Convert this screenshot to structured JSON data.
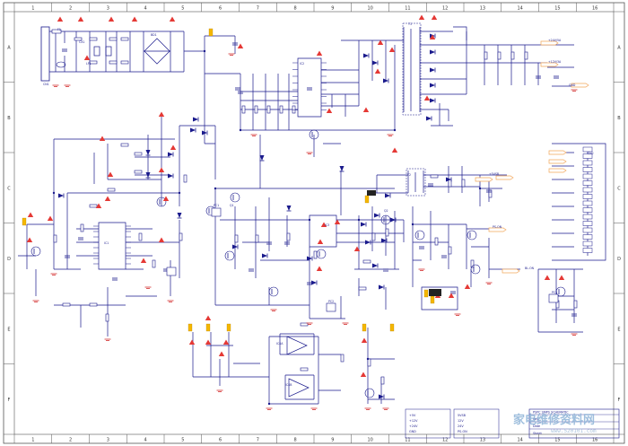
{
  "grid_columns": [
    "1",
    "2",
    "3",
    "4",
    "5",
    "6",
    "7",
    "8",
    "9",
    "10",
    "11",
    "12",
    "13",
    "14",
    "15",
    "16"
  ],
  "grid_rows": [
    "A",
    "B",
    "C",
    "D",
    "E",
    "F"
  ],
  "component_labels": {
    "ac_input": "CN1",
    "fuse": "F1",
    "common_mode_choke": "LF1",
    "x_cap": "CX1",
    "bridge": "BD1",
    "pfc_ic": "IC1",
    "pwm_ic": "IC2",
    "main_transformer": "T1",
    "standby_transformer": "T2",
    "optocoupler_1": "PC1",
    "optocoupler_2": "PC2",
    "optocoupler_3": "PC3",
    "regulator": "IC3",
    "output_connector": "CN2",
    "mosfet_1": "Q1",
    "mosfet_2": "Q2",
    "opamp_1": "IC4A",
    "opamp_2": "IC4B"
  },
  "output_labels": [
    "+24V/5A",
    "+12V/3A",
    "GND",
    "+5VSB",
    "PS-ON",
    "BL-ON"
  ],
  "notes_block_1": [
    "+5V",
    "+12V",
    "+24V",
    "GND"
  ],
  "notes_block_2": [
    "5VSB",
    "12V",
    "24V",
    "PS-ON"
  ],
  "title_block": {
    "title": "PSPC SMPS SCHEMATIC",
    "rows": [
      "Rev",
      "Date",
      "Sheet"
    ]
  },
  "watermark": {
    "text": "家电维修资料网",
    "url": "www.520101.com"
  },
  "colors": {
    "wire": "#1a1a8c",
    "component": "#1a1a8c",
    "warning": "#e53935",
    "highlight_pad": "#f5b700",
    "flag": "#f2a65a",
    "ground": "#d32f2f",
    "watermark": "#8fb4d8"
  }
}
